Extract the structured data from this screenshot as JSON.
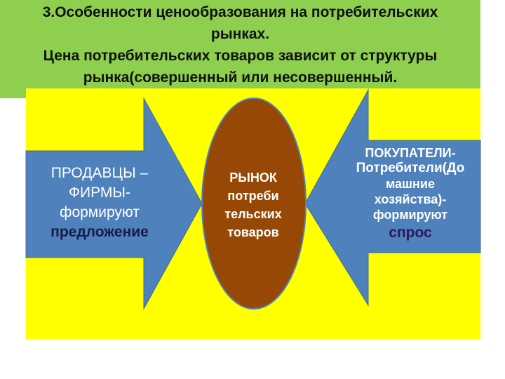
{
  "header": {
    "lines": [
      "3.Особенности ценообразования на потребительских",
      "рынках.",
      "Цена потребительских товаров зависит от структуры",
      "рынка(совершенный или несовершенный."
    ]
  },
  "sellers": {
    "line1": "ПРОДАВЦЫ –",
    "line2": "ФИРМЫ-",
    "line3": "формируют",
    "highlight": "предложение"
  },
  "market": {
    "line1": "РЫНОК",
    "line2": "потреби",
    "line3": "тельских",
    "line4": "товаров"
  },
  "buyers": {
    "line1": "ПОКУПАТЕЛИ-",
    "line2": "Потребители(До",
    "line3": "машние",
    "line4": "хозяйства)-",
    "line5": "формируют",
    "highlight": "спрос"
  },
  "colors": {
    "header_bg": "#8fcf4f",
    "panel_bg": "#ffff00",
    "arrow_fill": "#4f81bd",
    "oval_fill": "#974806"
  }
}
